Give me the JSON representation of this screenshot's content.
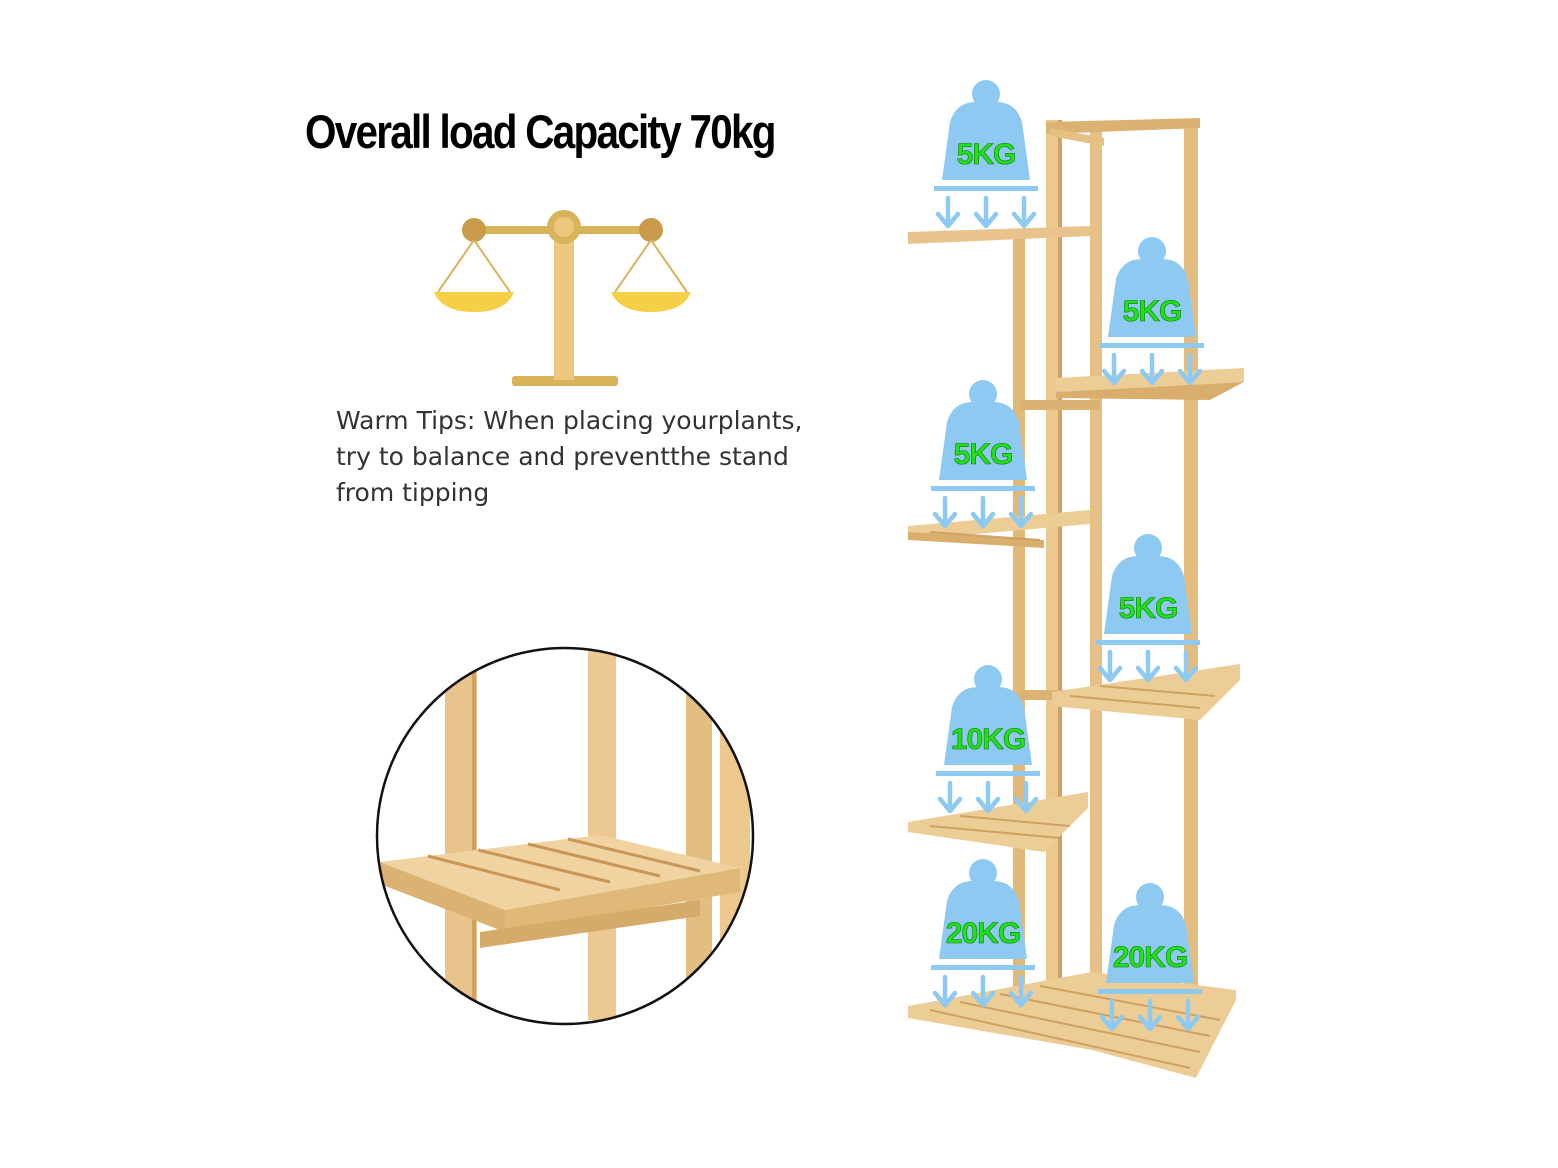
{
  "headline": "Overall load Capacity 70kg",
  "tips": [
    "Warm Tips: When placing yourplants,",
    "try to balance and preventthe stand",
    "from tipping"
  ],
  "weights": {
    "top_left": "5KG",
    "upper_right": "5KG",
    "middle_left": "5KG",
    "middle_right": "5KG",
    "lower_left": "10KG",
    "bottom_left": "20KG",
    "bottom_right": "20KG"
  },
  "colors": {
    "wood": "#e8c48c",
    "wood_dark": "#cfa262",
    "weight_blue": "#8ec9f2",
    "weight_text": "#22e01a",
    "scale_gold": "#d9b35a",
    "scale_pan": "#f5cf45"
  },
  "icons": {
    "balance": "balance-scale-icon",
    "weight": "kettlebell-weight-icon",
    "arrow": "arrow-down-icon"
  }
}
